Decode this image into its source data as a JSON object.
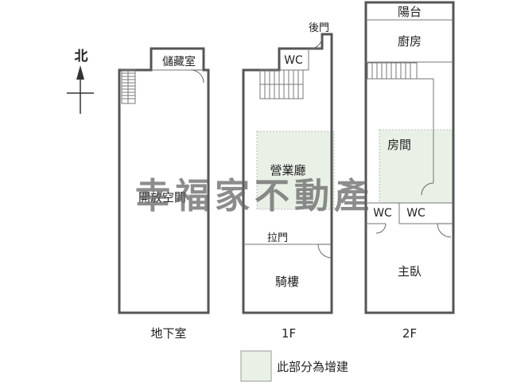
{
  "compass": {
    "north_label": "北"
  },
  "basement": {
    "label": "地下室",
    "rooms": {
      "storage": "儲藏室",
      "open_space": "開放空間"
    }
  },
  "floor1": {
    "label": "1F",
    "rooms": {
      "back_door": "後門",
      "wc": "WC",
      "sales_hall": "營業廳",
      "sliding_door": "拉門",
      "arcade": "騎樓"
    }
  },
  "floor2": {
    "label": "2F",
    "rooms": {
      "balcony": "陽台",
      "kitchen": "廚房",
      "room": "房間",
      "wc_left": "WC",
      "wc_right": "WC",
      "master_bedroom": "主臥"
    }
  },
  "watermark": "幸福家不動產",
  "legend": {
    "text": "此部分為增建"
  },
  "colors": {
    "extension_fill": "#e9f1e7",
    "wall": "#555555"
  }
}
